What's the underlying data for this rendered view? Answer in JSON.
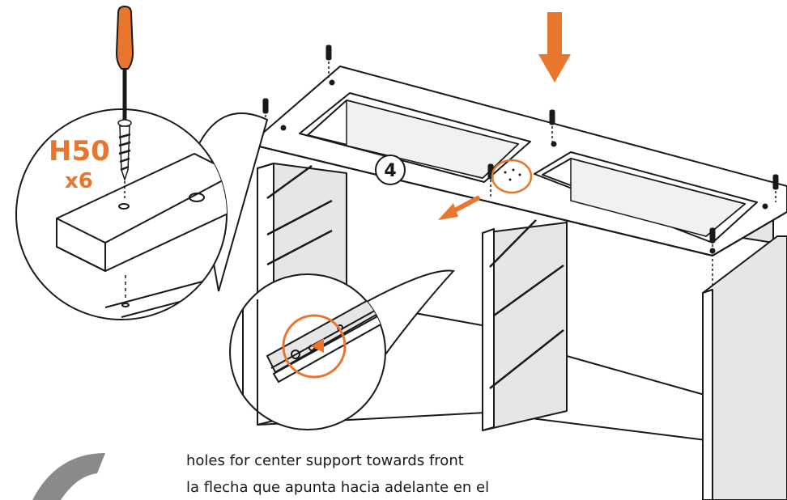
{
  "part": {
    "code": "H50",
    "quantity": "x6"
  },
  "step_number": "4",
  "captions": [
    "holes for center support towards front",
    "la flecha que apunta hacia adelante en el"
  ],
  "colors": {
    "accent": "#E8762D",
    "line": "#1a1a1a",
    "panel": "#e6e6e6",
    "swoosh": "#8a8a8a"
  },
  "icons": {
    "main_arrow": "down-arrow-icon",
    "front_arrow": "diagonal-arrow-icon",
    "tool": "screwdriver-icon",
    "fastener": "screw-icon"
  }
}
